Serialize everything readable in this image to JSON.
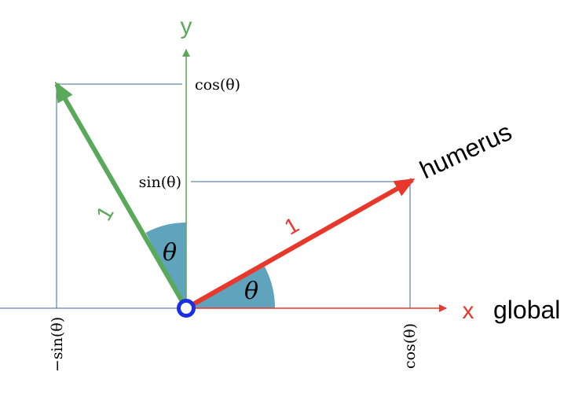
{
  "labels": {
    "y_axis": "y",
    "x_axis": "x",
    "global": "global",
    "humerus": "humerus",
    "cos_y": "cos(θ)",
    "sin_y": "sin(θ)",
    "neg_sin_x": "−sin(θ)",
    "cos_x": "cos(θ)",
    "one_red": "1",
    "one_green": "1",
    "theta_upper": "θ",
    "theta_lower": "θ"
  },
  "colors": {
    "red": "#e8382c",
    "green": "#5aa85a",
    "wedge": "#5fa3bd",
    "guide": "#3f6a96",
    "origin": "#1a2ee6",
    "text": "#000000"
  }
}
